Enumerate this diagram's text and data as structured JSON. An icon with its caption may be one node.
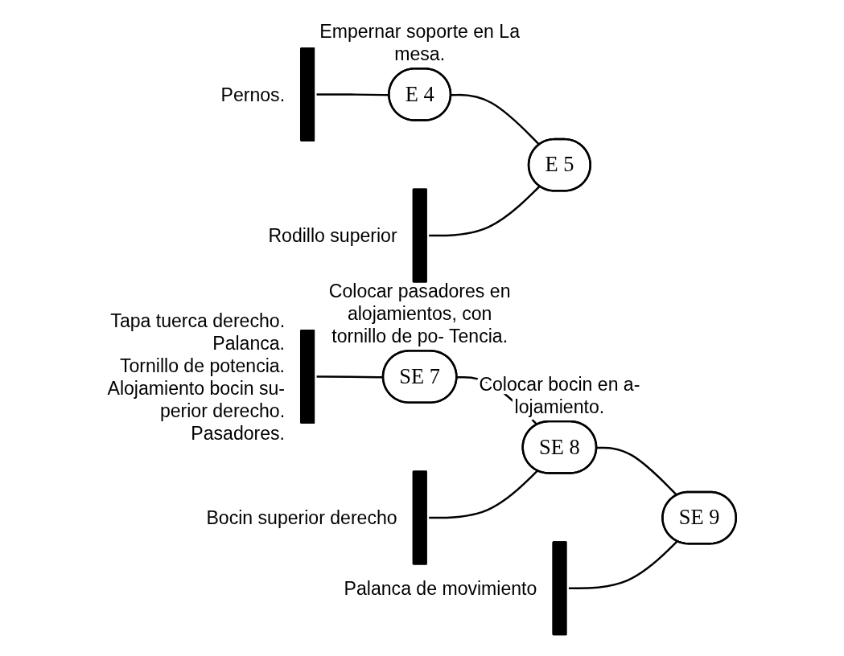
{
  "diagram": {
    "nodes": [
      {
        "text": [],
        "shape": "bar",
        "beside": [
          "Pernos."
        ]
      },
      {
        "text": [
          "E 4"
        ],
        "beside": [
          "Empernar soporte en La mesa."
        ]
      },
      {
        "text": [],
        "shape": "bar",
        "beside": [
          "Rodillo superior"
        ]
      },
      {
        "text": [
          "E 5"
        ]
      },
      {
        "text": [],
        "shape": "bar",
        "beside": [
          "Tapa tuerca derecho.",
          "Palanca.",
          "Tornillo de potencia.",
          "Alojamiento bocin su- perior derecho.",
          "Pasadores."
        ]
      },
      {
        "text": [
          "SE 7"
        ],
        "beside": [
          "Colocar pasadores en alojamientos, con tornillo de po- Tencia."
        ]
      },
      {
        "text": [],
        "shape": "bar",
        "beside": [
          "Bocin superior derecho"
        ]
      },
      {
        "text": [
          "SE 8"
        ],
        "beside": [
          "Colocar bocin en a- lojamiento."
        ]
      },
      {
        "text": [],
        "shape": "bar",
        "beside": [
          "Palanca de movimiento"
        ]
      },
      {
        "text": [
          "SE 9"
        ]
      }
    ],
    "edges": [
      {
        "from": 0,
        "to": 1,
        "arrow": "none"
      },
      {
        "from": 1,
        "to": 3,
        "arrow": "none"
      },
      {
        "from": 2,
        "to": 3,
        "arrow": "none"
      },
      {
        "from": 4,
        "to": 5,
        "arrow": "none"
      },
      {
        "from": 5,
        "to": 7,
        "arrow": "none"
      },
      {
        "from": 6,
        "to": 7,
        "arrow": "none"
      },
      {
        "from": 7,
        "to": 9,
        "arrow": "none"
      },
      {
        "from": 8,
        "to": 9,
        "arrow": "none"
      }
    ]
  }
}
